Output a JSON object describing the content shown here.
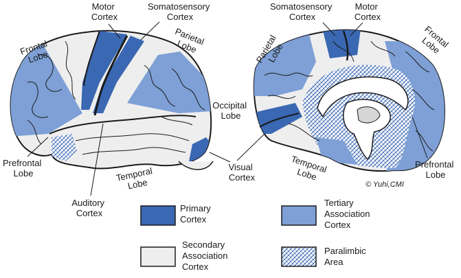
{
  "colors": {
    "primary": "#3a68b3",
    "tertiary": "#7ea0d6",
    "secondary": "#eeeeee",
    "paralimbic_hatch": "#3a68b3",
    "outline": "#1a1a1a"
  },
  "left_view": {
    "frontal_lobe": [
      "Frontal",
      "Lobe"
    ],
    "motor_cortex": [
      "Motor",
      "Cortex"
    ],
    "somatosensory_cortex": [
      "Somatosensory",
      "Cortex"
    ],
    "parietal_lobe": [
      "Parietal",
      "Lobe"
    ],
    "occipital_lobe": [
      "Occipital",
      "Lobe"
    ],
    "prefrontal_lobe": [
      "Prefrontal",
      "Lobe"
    ],
    "temporal_lobe": [
      "Temporal",
      "Lobe"
    ],
    "auditory_cortex": [
      "Auditory",
      "Cortex"
    ]
  },
  "center": {
    "visual_cortex": [
      "Visual",
      "Cortex"
    ]
  },
  "right_view": {
    "somatosensory_cortex": [
      "Somatosensory",
      "Cortex"
    ],
    "motor_cortex": [
      "Motor",
      "Cortex"
    ],
    "parietal_lobe": [
      "Parietal",
      "Lobe"
    ],
    "frontal_lobe": [
      "Frontal",
      "Lobe"
    ],
    "temporal_lobe": [
      "Temporal",
      "Lobe"
    ],
    "prefrontal_lobe": [
      "Prefrontal",
      "Lobe"
    ],
    "copyright": "© Yuhi,CMI"
  },
  "legend": {
    "primary": [
      "Primary",
      "Cortex"
    ],
    "tertiary": [
      "Tertiary",
      "Association",
      "Cortex"
    ],
    "secondary": [
      "Secondary",
      "Association",
      "Cortex"
    ],
    "paralimbic": [
      "Paralimbic",
      "Area"
    ]
  }
}
